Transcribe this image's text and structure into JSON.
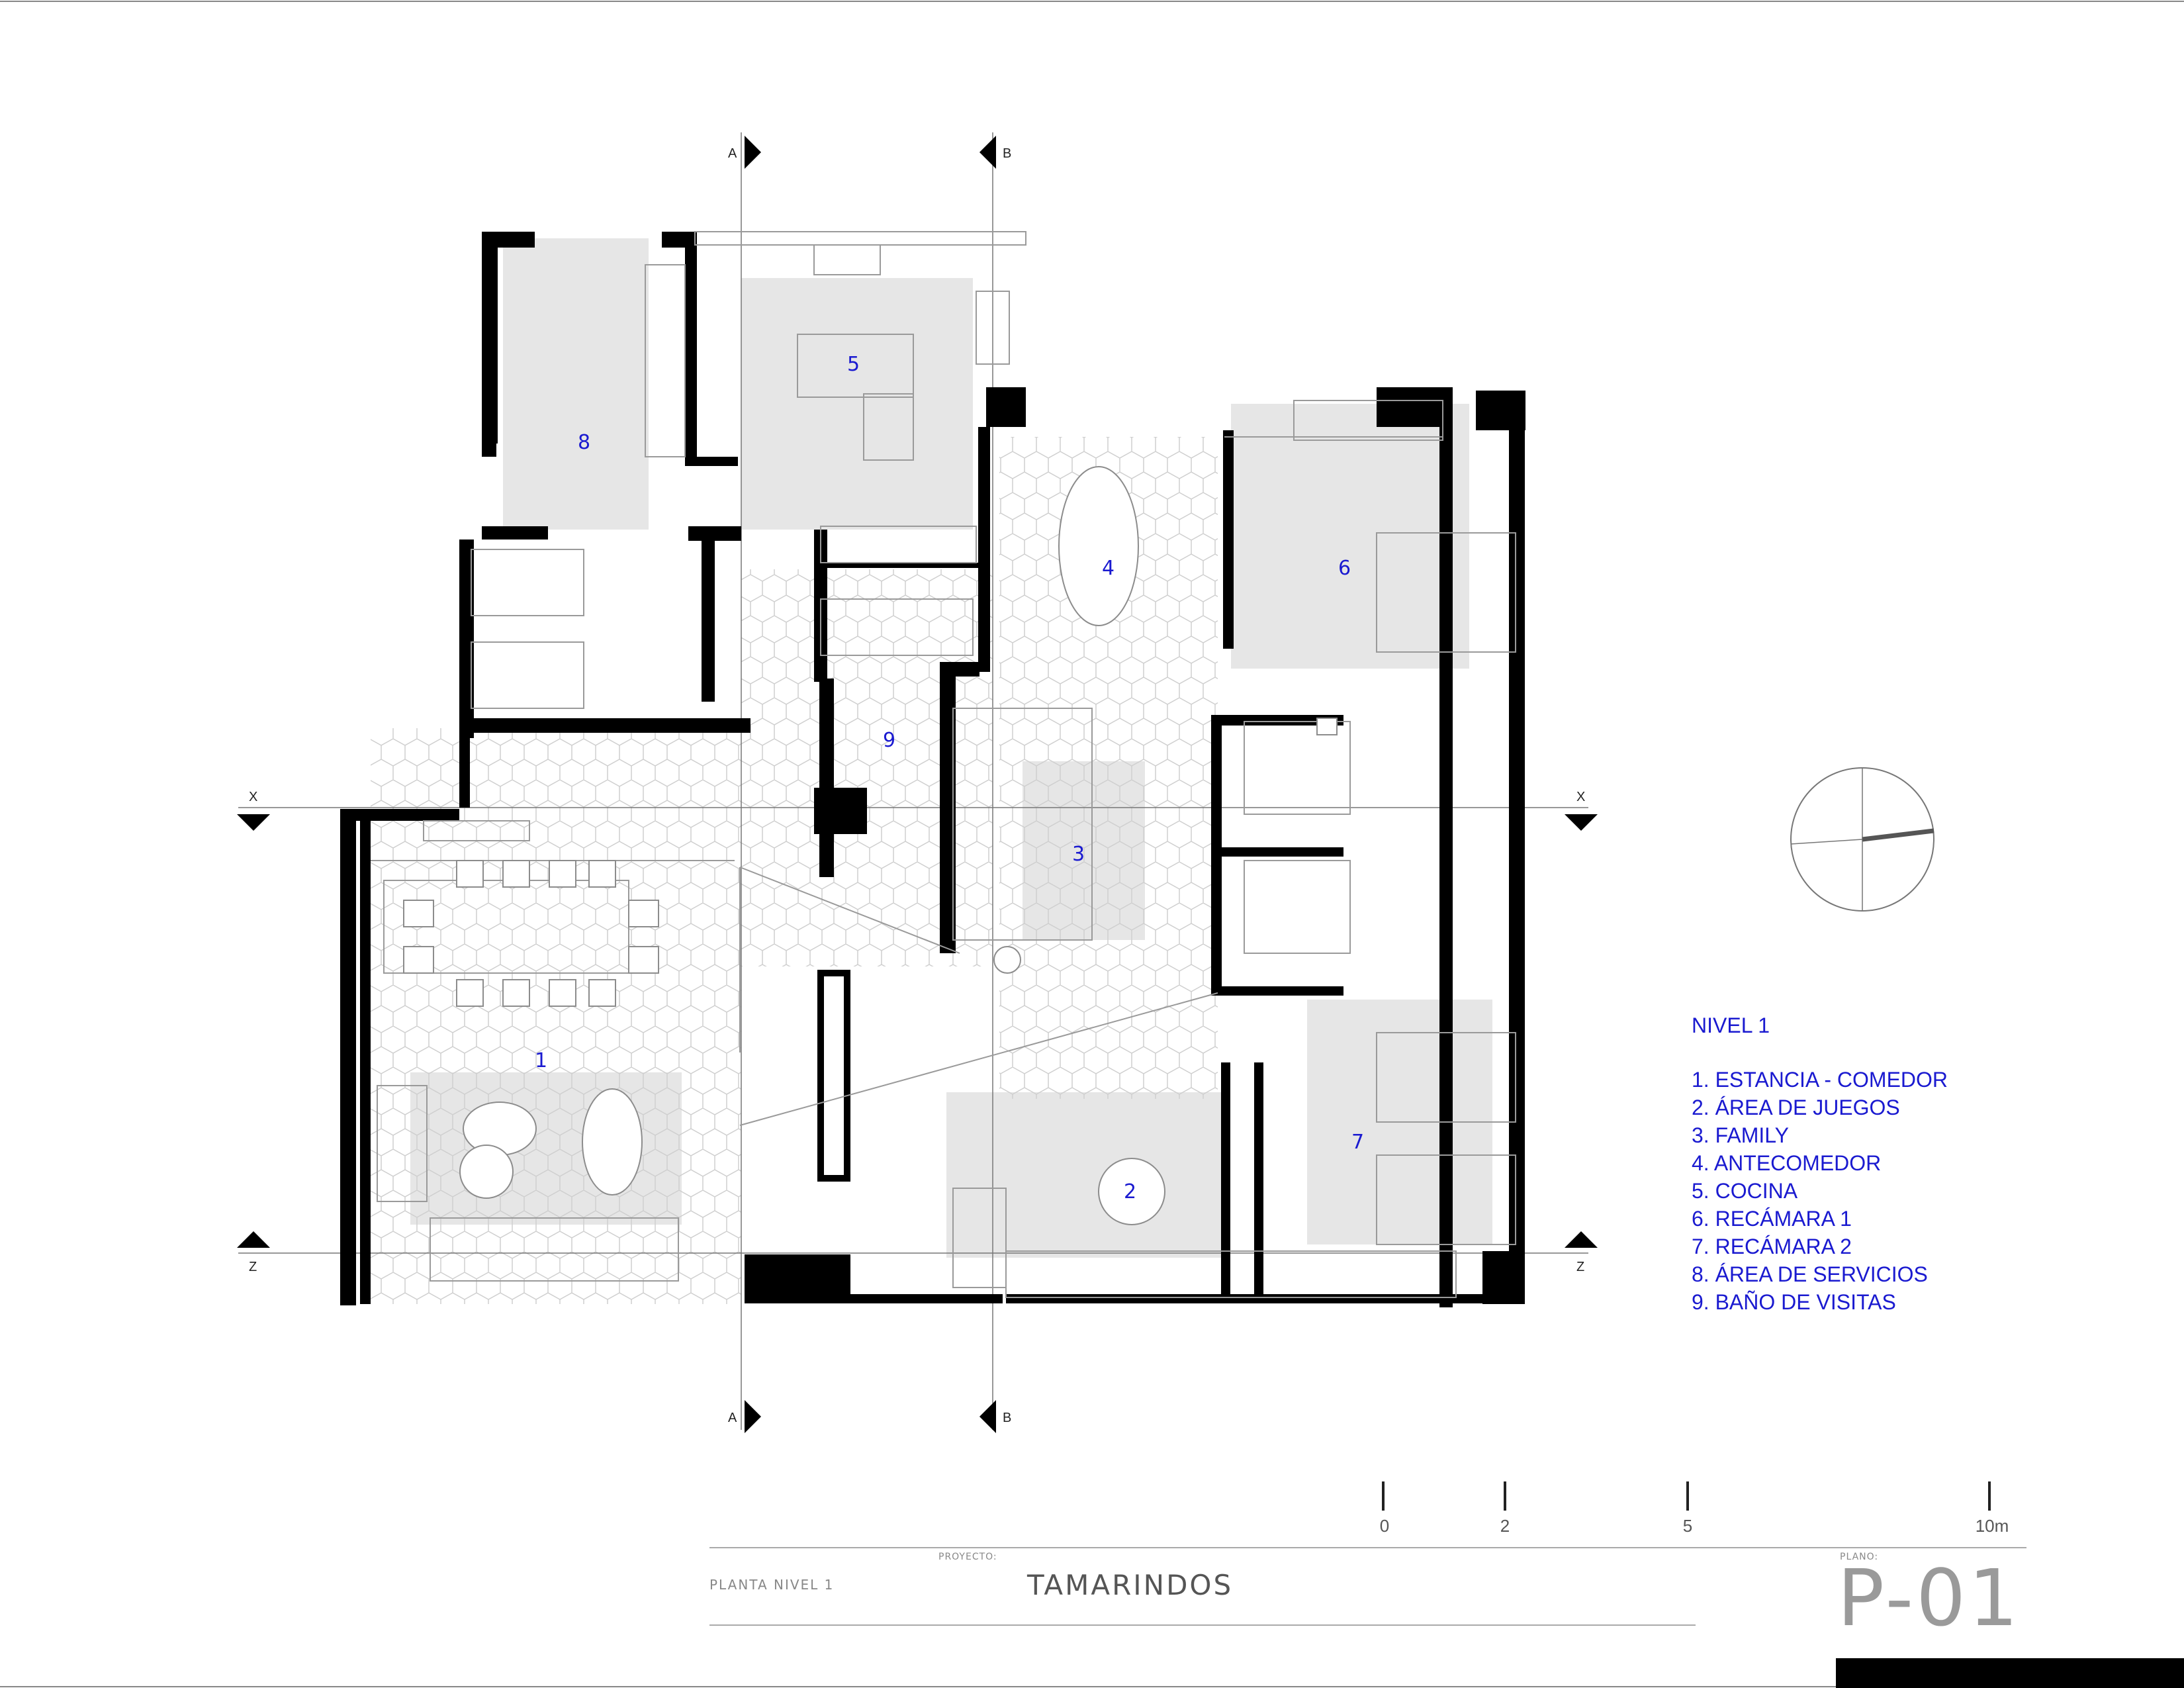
{
  "rooms": [
    {
      "number": "1"
    },
    {
      "number": "2"
    },
    {
      "number": "3"
    },
    {
      "number": "4"
    },
    {
      "number": "5"
    },
    {
      "number": "6"
    },
    {
      "number": "7"
    },
    {
      "number": "8"
    },
    {
      "number": "9"
    }
  ],
  "section_cuts": {
    "a": "A",
    "b": "B",
    "x": "X",
    "z": "Z"
  },
  "legend": {
    "title": "NIVEL 1",
    "items": [
      "1. ESTANCIA - COMEDOR",
      "2. ÁREA DE JUEGOS",
      "3. FAMILY",
      "4. ANTECOMEDOR",
      "5. COCINA",
      "6. RECÁMARA 1",
      "7. RECÁMARA 2",
      "8. ÁREA DE SERVICIOS",
      "9. BAÑO DE VISITAS"
    ]
  },
  "scale_bar": {
    "labels": [
      "0",
      "2",
      "5",
      "10m"
    ]
  },
  "title_block": {
    "sheet_name": "PLANTA NIVEL 1",
    "project_caption": "PROYECTO:",
    "project_name": "TAMARINDOS",
    "plan_caption": "PLANO:",
    "plan_number": "P-01"
  },
  "colors": {
    "walls": "#000000",
    "floor_fill": "#e6e6e6",
    "label_blue": "#1a1ad0",
    "grid_line": "#888888"
  }
}
